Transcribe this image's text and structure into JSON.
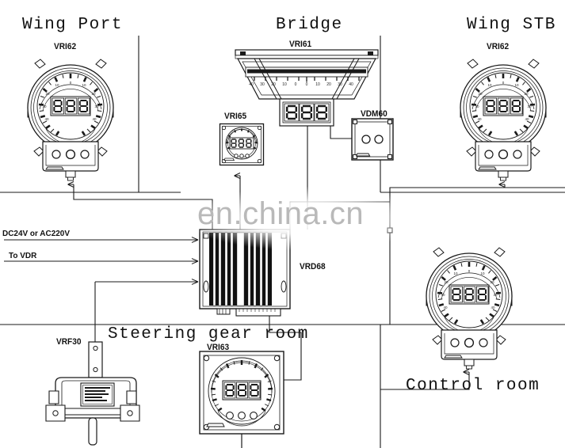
{
  "diagram": {
    "type": "marine-rudder-angle-indicator-system",
    "watermark": "en.china.cn",
    "background_color": "#ffffff",
    "line_color": "#1a1a1a"
  },
  "zones": [
    {
      "id": "wing-port",
      "title": "Wing Port"
    },
    {
      "id": "bridge",
      "title": "Bridge"
    },
    {
      "id": "wing-stb",
      "title": "Wing STB"
    },
    {
      "id": "steering-gear-room",
      "title": "Steering gear room"
    },
    {
      "id": "control-room",
      "title": "Control room"
    }
  ],
  "devices": [
    {
      "id": "wing-port-indicator",
      "label": "VRI62",
      "kind": "round-gauge",
      "zone": "wing-port"
    },
    {
      "id": "bridge-indicator",
      "label": "VRI61",
      "kind": "ceiling-panel",
      "zone": "bridge"
    },
    {
      "id": "bridge-square-gauge",
      "label": "VRI65",
      "kind": "square-gauge-small",
      "zone": "bridge"
    },
    {
      "id": "bridge-dimmer",
      "label": "VDM60",
      "kind": "junction-box",
      "zone": "bridge"
    },
    {
      "id": "wing-stb-indicator",
      "label": "VRI62",
      "kind": "round-gauge",
      "zone": "wing-stb"
    },
    {
      "id": "central-driver",
      "label": "VRD68",
      "kind": "driver-unit",
      "zone": ""
    },
    {
      "id": "rudder-feedback-unit",
      "label": "VRF30",
      "kind": "feedback-unit",
      "zone": "steering-gear-room"
    },
    {
      "id": "steering-room-gauge",
      "label": "VRI63",
      "kind": "square-gauge",
      "zone": "steering-gear-room"
    },
    {
      "id": "control-room-indicator",
      "label": "",
      "kind": "round-gauge",
      "zone": "control-room"
    }
  ],
  "wire_labels": [
    {
      "id": "power-input",
      "text": "DC24V or AC220V"
    },
    {
      "id": "vdr-output",
      "text": "To VDR"
    }
  ],
  "gauge": {
    "display_digits": "888",
    "scale_ticks": "0 10 20 30 40"
  }
}
